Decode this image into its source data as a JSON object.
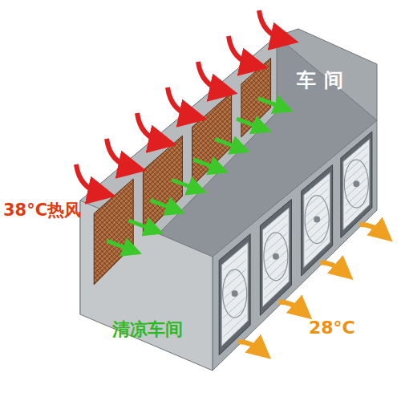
{
  "diagram": {
    "labels": [
      "车间",
      "38°C热风",
      "清凉车间",
      "28°C"
    ]
  }
}
